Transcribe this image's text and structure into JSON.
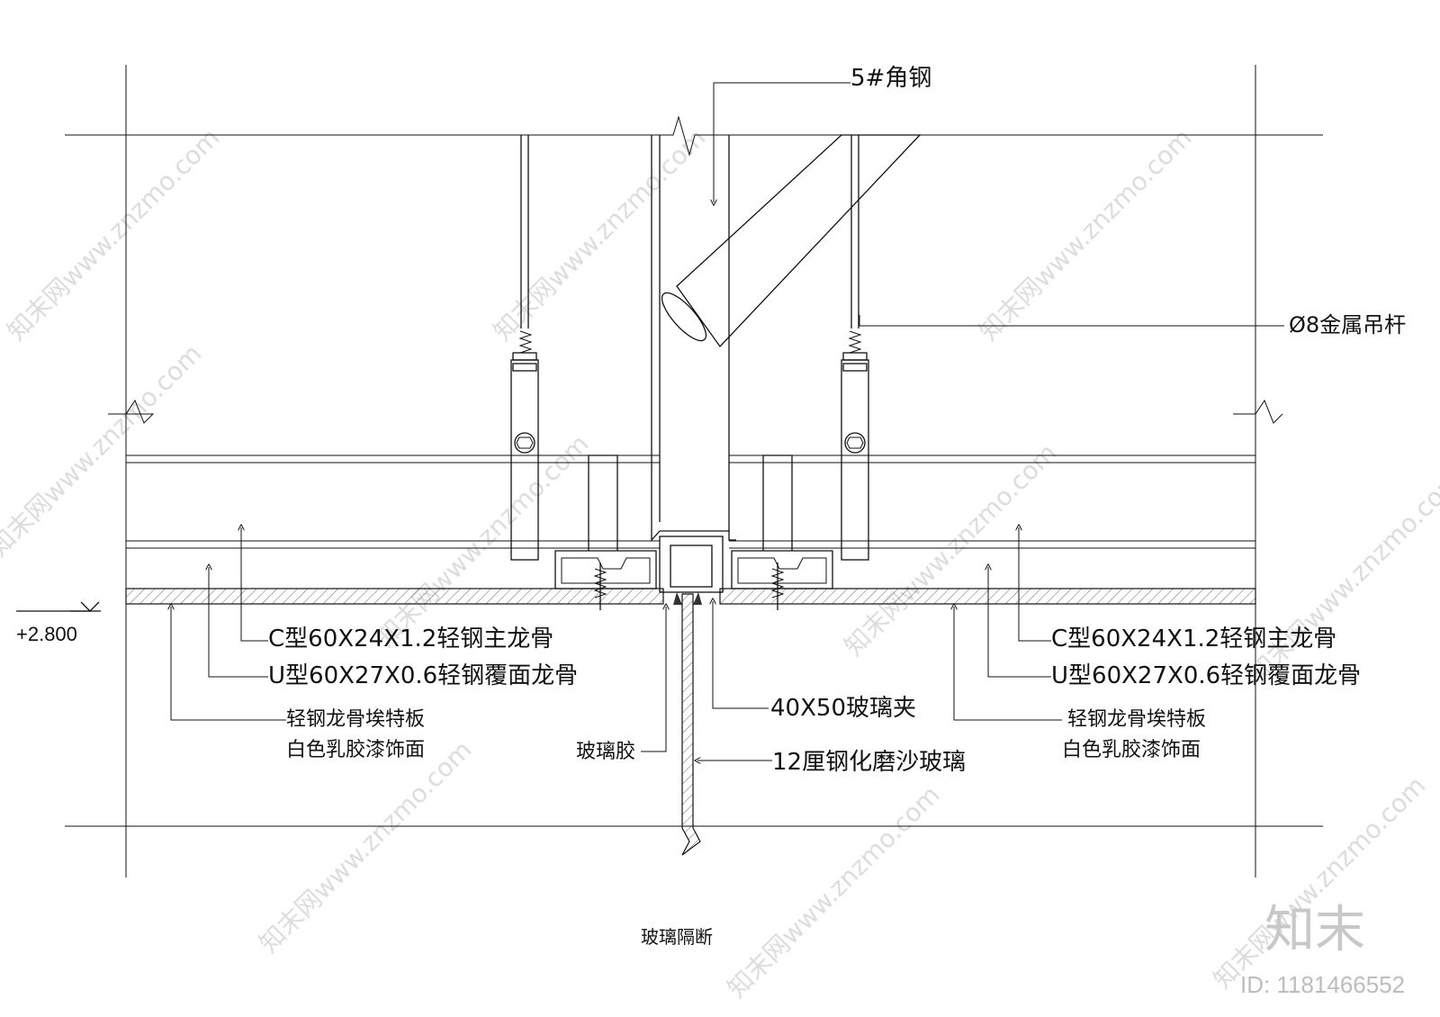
{
  "drawing": {
    "title": "玻璃隔断",
    "level_mark": "+2.800",
    "labels": {
      "angle_steel": "5#角钢",
      "hanger_rod": "Ø8金属吊杆",
      "left_c_keel": "C型60X24X1.2轻钢主龙骨",
      "left_u_keel": "U型60X27X0.6轻钢覆面龙骨",
      "left_board_1": "轻钢龙骨埃特板",
      "left_board_2": "白色乳胶漆饰面",
      "right_c_keel": "C型60X24X1.2轻钢主龙骨",
      "right_u_keel": "U型60X27X0.6轻钢覆面龙骨",
      "right_board_1": "轻钢龙骨埃特板",
      "right_board_2": "白色乳胶漆饰面",
      "glass_clip": "40X50玻璃夹",
      "glass_glue": "玻璃胶",
      "glass": "12厘钢化磨沙玻璃"
    }
  },
  "watermark": {
    "logo": "知末",
    "id_text": "ID: 1181466552",
    "site_text": "知末网www.znzmo.com"
  }
}
